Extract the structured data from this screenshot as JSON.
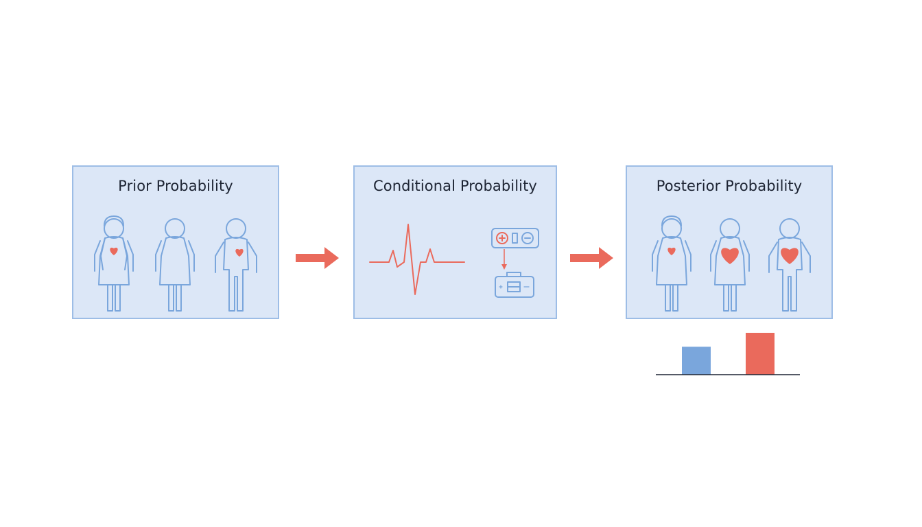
{
  "panels": {
    "prior": {
      "title": "Prior Probability"
    },
    "conditional": {
      "title": "Conditional Probability"
    },
    "posterior": {
      "title": "Posterior Probability"
    }
  },
  "icons": {
    "prior": [
      "female-person-with-heart-icon",
      "female-person-icon",
      "male-person-with-heart-icon"
    ],
    "conditional": [
      "heartbeat-waveform-icon",
      "test-result-plus-minus-icon",
      "medical-kit-icon"
    ],
    "posterior": [
      "female-person-with-small-heart-icon",
      "female-person-with-large-heart-icon",
      "male-person-with-large-heart-icon"
    ],
    "arrows": [
      "right-arrow-icon",
      "right-arrow-icon"
    ]
  },
  "colors": {
    "panel_fill": "#dce7f7",
    "panel_border": "#9dbde6",
    "outline_blue": "#7aa6dc",
    "accent_red": "#ea6a5c",
    "bar_blue": "#7aa6dc",
    "bar_red": "#ea6a5c"
  },
  "chart_data": {
    "type": "bar",
    "categories": [
      "",
      ""
    ],
    "values": [
      0.4,
      0.6
    ],
    "colors": [
      "#7aa6dc",
      "#ea6a5c"
    ],
    "ylim": [
      0,
      0.6
    ],
    "title": "",
    "xlabel": "",
    "ylabel": "",
    "grid": false
  }
}
